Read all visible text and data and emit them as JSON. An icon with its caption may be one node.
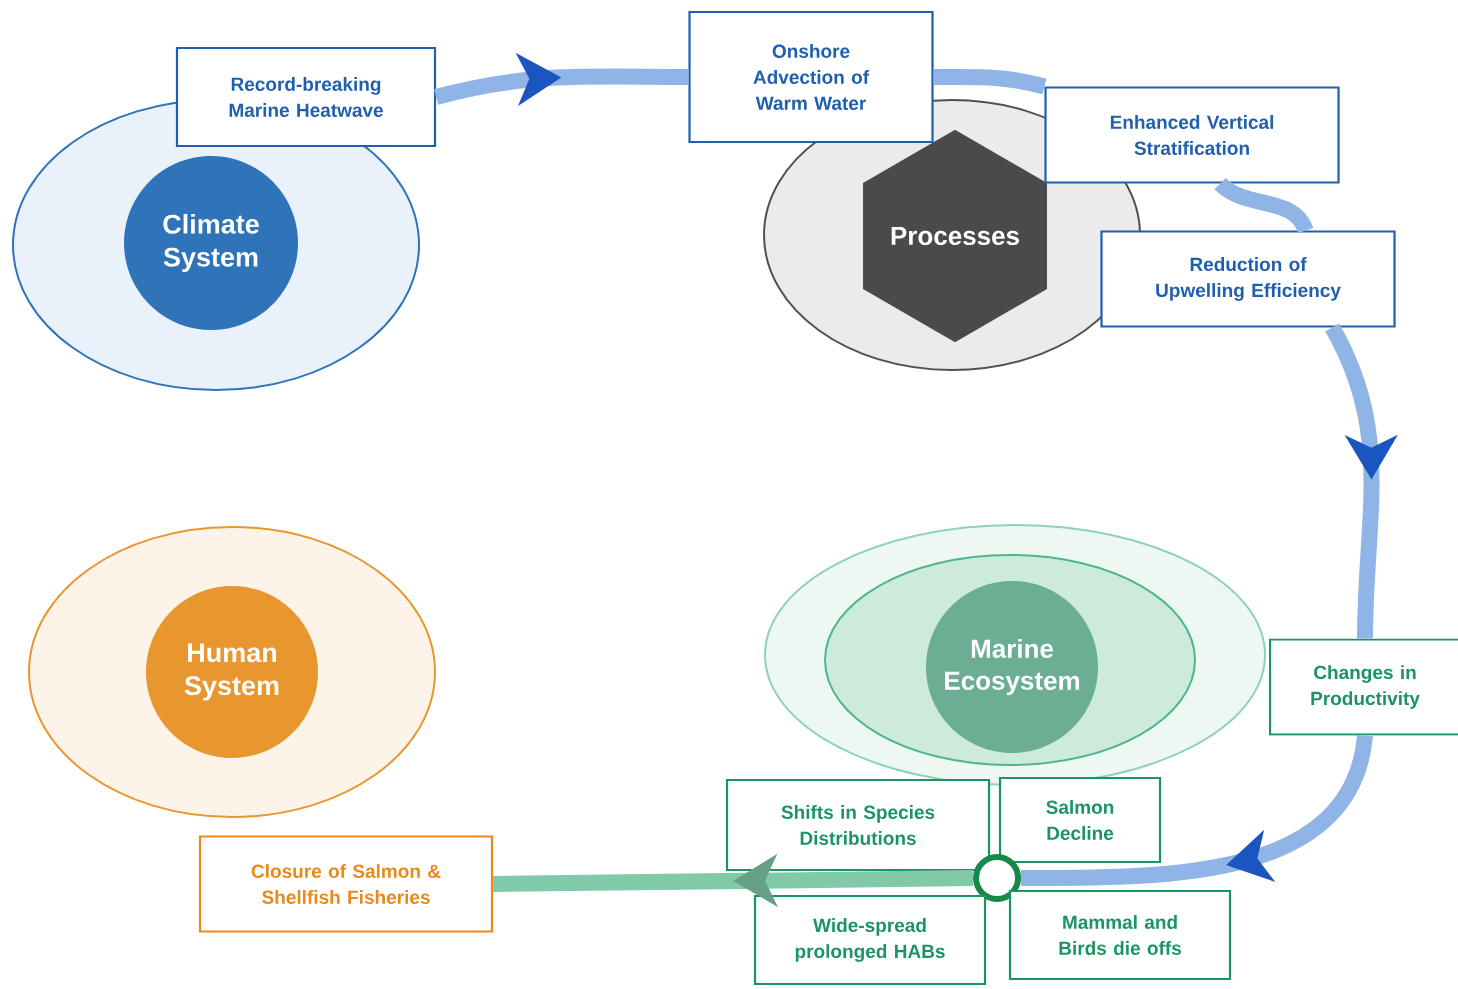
{
  "diagram": {
    "nodes": [
      {
        "text": [],
        "shape": "ellipse"
      },
      {
        "text": [
          "Climate System"
        ],
        "in": 0
      },
      {
        "text": [
          "Record-breaking Marine Heatwave"
        ]
      },
      {
        "text": [
          "Onshore Advection of Warm Water"
        ]
      },
      {
        "text": [],
        "shape": "ellipse"
      },
      {
        "text": [
          "Processes"
        ],
        "in": 4
      },
      {
        "text": [
          "Enhanced Vertical Stratification"
        ]
      },
      {
        "text": [
          "Reduction of Upwelling Efficiency"
        ]
      },
      {
        "text": [
          "Changes in Productivity"
        ]
      },
      {
        "text": [],
        "shape": "ellipse"
      },
      {
        "text": [],
        "shape": "ellipse",
        "in": 9
      },
      {
        "text": [
          "Marine Ecosystem"
        ],
        "in": 10
      },
      {
        "text": [
          "Shifts in Species Distributions"
        ]
      },
      {
        "text": [
          "Salmon Decline"
        ]
      },
      {
        "text": [],
        "shape": "circle"
      },
      {
        "text": [
          "Wide-spread prolonged HABs"
        ]
      },
      {
        "text": [
          "Mammal and Birds die offs"
        ]
      },
      {
        "text": [],
        "shape": "ellipse"
      },
      {
        "text": [
          "Human System"
        ],
        "in": 17
      },
      {
        "text": [
          "Closure of Salmon & Shellfish Fisheries"
        ]
      }
    ],
    "edges": [
      {
        "from": 2,
        "to": 3,
        "arrow": "to"
      },
      {
        "from": 3,
        "to": 6,
        "arrow": "none"
      },
      {
        "from": 6,
        "to": 7,
        "arrow": "none"
      },
      {
        "from": 7,
        "to": 8,
        "arrow": "to"
      },
      {
        "from": 8,
        "to": 14,
        "arrow": "to"
      },
      {
        "from": 14,
        "to": 19,
        "arrow": "to",
        "color": "#80c9a9"
      }
    ]
  }
}
